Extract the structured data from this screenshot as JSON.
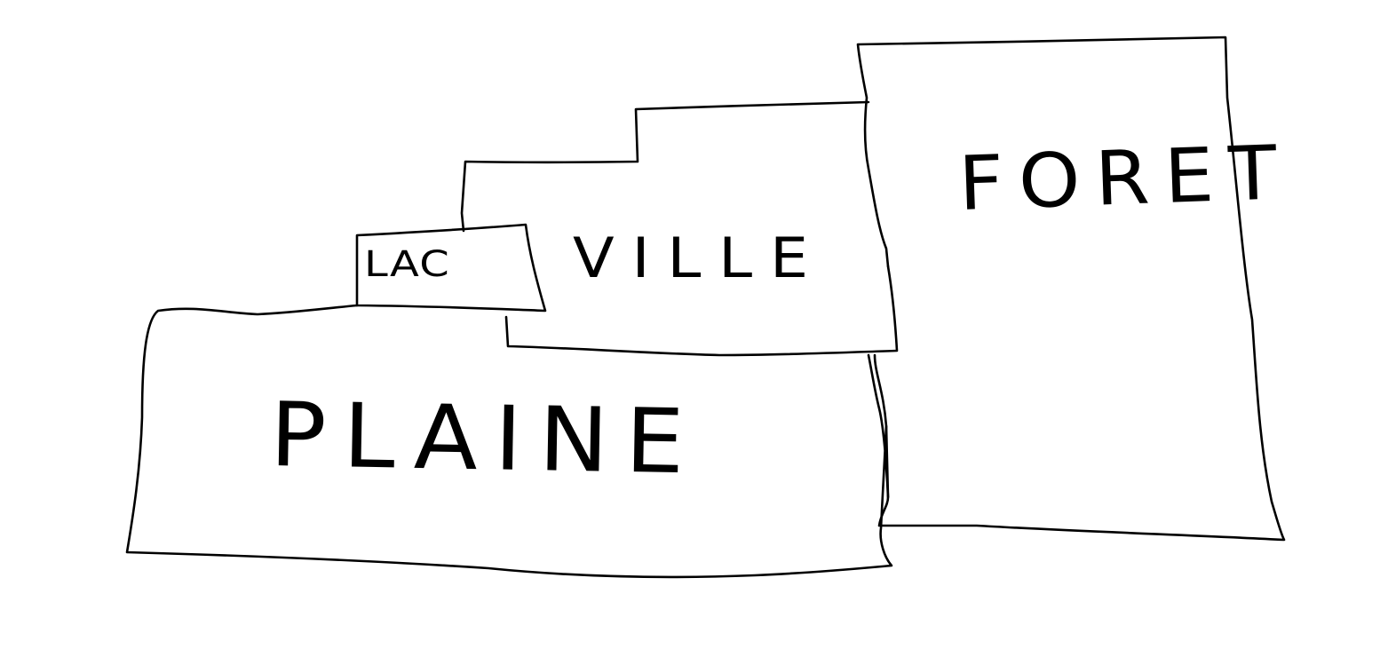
{
  "map": {
    "regions": {
      "lac": "LAC",
      "ville": "VILLE",
      "foret": "FORET",
      "plaine": "PLAINE"
    },
    "colors": {
      "background": "#ffffff",
      "stroke": "#000000"
    }
  }
}
